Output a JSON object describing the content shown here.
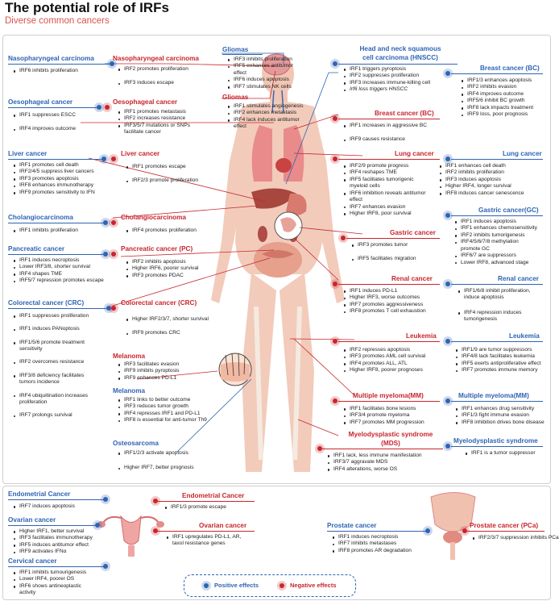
{
  "title": "The potential role of IRFs",
  "subtitle": "Diverse common cancers",
  "legend": {
    "positive": "Positive effects",
    "negative": "Negative effects"
  },
  "colors": {
    "positive": "#2f64b3",
    "negative": "#c8262d",
    "subtitle": "#d9534f"
  },
  "illustrations": [
    "human-body-organs",
    "skin-melanoma-inset",
    "stomach-inset",
    "uterus-ovaries",
    "prostate-bladder"
  ],
  "panels": {
    "naso_pos": {
      "title": "Nasopharyngeal carcinoma",
      "items": [
        "IRF6 inhibits proliferation"
      ]
    },
    "naso_neg": {
      "title": "Nasopharyngeal carcinoma",
      "items": [
        "IRF2 promotes proliferation",
        "IRF3 induces escape"
      ]
    },
    "glioma_pos": {
      "title": "Gliomas",
      "items": [
        "IRF3 inhibits proliferation",
        "IRF5 enhances antitumor",
        "effect",
        "IRF6 induces apoptosis",
        "IRF7 stimulates NK cells"
      ]
    },
    "glioma_neg": {
      "title": "Gliomas",
      "items": [
        "IRF1 stimulates angiogenesis",
        "IRF2 enhances metastasis",
        "IRF4 lack induces antitumor",
        "effect"
      ]
    },
    "hnscc_pos": {
      "title_lines": [
        "Head and neck squamous",
        "cell carcinoma (HNSCC)"
      ],
      "items": [
        "IRF1 triggers pyroptosis",
        "IRF2 suppresses proliferation",
        "IRF3 increases immune-killing cell",
        "Irf6 loss triggers HNSCC"
      ]
    },
    "oeso_pos": {
      "title": "Oesophageal cancer",
      "items": [
        "IRF1 suppresses ESCC",
        "IRF4 improves outcome"
      ]
    },
    "oeso_neg": {
      "title": "Oesophageal cancer",
      "items": [
        "IRF1 promotes metastasis",
        "IRF2 increases resistance",
        "IRF3/5/7 mutations or SNPs",
        "facilitate cancer"
      ]
    },
    "breast_pos": {
      "title": "Breast cancer (BC)",
      "items": [
        "IRF1/3 enhances apoptosis",
        "IRF2 inhibits evasion",
        "IRF4 improves outcome",
        "IRF5/6 inhibit BC growth",
        "IRF8 lack impacts treatment",
        "IRF9 loss, poor prognosis"
      ]
    },
    "breast_neg": {
      "title": "Breast cancer (BC)",
      "items": [
        "IRF1 increases in aggressive BC",
        "IRF9 causes resistance"
      ]
    },
    "liver_pos": {
      "title": "Liver cancer",
      "items": [
        "IRF1 promotes cell death",
        "IRF2/4/5 suppress liver cancers",
        "IRF3 promotes apoptosis",
        "IRF8 enhances immunotherapy",
        "IRF9 promotes sensitivity to IFN"
      ]
    },
    "liver_neg": {
      "title": "Liver cancer",
      "items": [
        "IRF1 promotes escape",
        "IRF2/3 promote proliferation"
      ]
    },
    "lung_neg": {
      "title": "Lung cancer",
      "items": [
        "IRF2/9 promote progress",
        "IRF4 reshapes TME",
        "IRF5 facilitates tumorigenic",
        "myeloid cells",
        "IRF6 inhibition reveals antitumor",
        "effect",
        "IRF7 enhances evasion",
        "Higher IRF8,  poor survival"
      ]
    },
    "lung_pos": {
      "title": "Lung cancer",
      "items": [
        "IRF1 enhances cell death",
        "IRF2 inhibits proliferation",
        "IRF3 induces apoptosis",
        "Higher IRF4, longer survival",
        "IRF8 induces cancer senescence"
      ]
    },
    "chol_pos": {
      "title": "Cholangiocarcinoma",
      "items": [
        "IRF1 inhibits proliferation"
      ]
    },
    "chol_neg": {
      "title": "Cholangiocarcinoma",
      "items": [
        "IRF4 promotes proliferation"
      ]
    },
    "gastric_pos": {
      "title": "Gastric cancer(GC)",
      "items": [
        "IRF1 induces apoptosis",
        "IRF1 enhances chemosensitivity",
        "IRF2 inhibits tumorigenesis",
        "IRF4/5/6/7/8 methylation",
        "promote GC",
        "IRF6/7 are suppressors",
        "Lower IRF8, advanced stage"
      ]
    },
    "gastric_neg": {
      "title": "Gastric cancer",
      "items": [
        "IRF3 promotes tumor",
        "IRF5 facilitates migration"
      ]
    },
    "panc_pos": {
      "title": "Pancreatic cancer",
      "items": [
        "IRF1 induces necroptosis",
        "Lower IRF3/8, shorter survival",
        "IRF4 shapes TME",
        "IRF5/7 repression promotes escape"
      ]
    },
    "panc_neg": {
      "title": "Pancreatic cancer (PC)",
      "items": [
        "IRF2 inhibits apoptosis",
        "Higher IRF6, poorer survival",
        "IRF3 promotes PDAC"
      ]
    },
    "renal_neg": {
      "title": "Renal cancer",
      "items": [
        "IRF1 induces PD-L1",
        "Higher IRF3, worse outcomes",
        "IRF7 promotes aggressiveness",
        "IRF8 promotes T cell exhaustion"
      ]
    },
    "renal_pos": {
      "title": "Renal cancer",
      "items": [
        "IRF1/6/8 inhibit proliferation,",
        "induce apoptosis",
        "IRF4 repression induces",
        "tumorigenesis"
      ]
    },
    "crc_pos": {
      "title": "Colorectal cancer (CRC)",
      "items": [
        "IRF1 suppresses proliferation",
        "IRF1 induces PANoptosis",
        "IRF1/5/6 promote treatment",
        "sensitivity",
        "IRF2 overcomes resistance",
        "IRF3/8 deficiency facilitates",
        "tumors incidence",
        "IRF4 ubiquitination increases",
        "proliferation",
        "IRF7 prolongs survival"
      ]
    },
    "crc_neg": {
      "title": "Colorectal cancer (CRC)",
      "items": [
        "Higher IRF2/3/7, shorter survival",
        "IRF9 promotes CRC"
      ]
    },
    "mel_neg": {
      "title": "Melanoma",
      "items": [
        "IRF3 facilitates evasion",
        "IRF9 inhibits pyroptosis",
        "IRF9 enhances PD-L1"
      ]
    },
    "mel_pos": {
      "title": "Melanoma",
      "items": [
        "IRF1 links to better outcome",
        "IRF3 reduces tumor growth",
        "IRF4 represses IRF1 and  PD-L1",
        "IRF8 is essential for anti-tumor Th9"
      ]
    },
    "leuk_neg": {
      "title": "Leukemia",
      "items": [
        "IRF2 represses apoptosis",
        "IRF3 promotes AML cell survival",
        "IRF4 promotes ALL, ATL",
        "Higher IRF8, poorer prognoses"
      ]
    },
    "leuk_pos": {
      "title": "Leukemia",
      "items": [
        "IRF1/9 are tumor suppressors",
        "IRF4/8 lack facilitates leukemia",
        "IRF5 exerts antiproliferative effect",
        "IRF7 promotes immune memory"
      ]
    },
    "mm_neg": {
      "title": "Multiple myeloma(MM)",
      "items": [
        "IRF1 facilitates bone lesions",
        "IRF3/4 promote myeloma",
        "IRF7 promotes MM progression"
      ]
    },
    "mm_pos": {
      "title": "Multiple myeloma(MM)",
      "items": [
        "IRF1 enhances drug sensitivity",
        "IRF1/3 fight immune evasion",
        "IRF8 inhibition drives bone disease"
      ]
    },
    "osteo_pos": {
      "title": "Osteosarcoma",
      "items": [
        "IRF1/2/3 activate apoptosis",
        "Higher IRF7, better prognosis"
      ]
    },
    "mds_neg": {
      "title_lines": [
        "Myelodysplastic syndrome",
        "(MDS)"
      ],
      "items": [
        "IRF1 lack, less immune manifestation",
        "IRF3/7 aggravate MDS",
        "IRF4 alterations, worse OS"
      ]
    },
    "mds_pos": {
      "title": "Myelodysplastic syndrome",
      "items": [
        "IRF1 is a tumor suppressor"
      ]
    },
    "endo_pos": {
      "title": "Endometrial Cancer",
      "items": [
        "IRF7 induces apoptosis"
      ]
    },
    "endo_neg": {
      "title": "Endometrial Cancer",
      "items": [
        "IRF1/3 promote escape"
      ]
    },
    "ovar_pos": {
      "title": "Ovarian cancer",
      "items": [
        "Higher IRF1, better survival",
        "IRF3 facilitates immunotherapy",
        "IRF5 induces antitumor effect",
        "IRF9 activates IFNα"
      ]
    },
    "ovar_neg": {
      "title": "Ovarian cancer",
      "items": [
        "IRF1 upregulates PD-L1, AR,",
        "taxol resistance genes"
      ]
    },
    "cerv_pos": {
      "title": "Cervical cancer",
      "items": [
        "IRF1 inhibits tumourigenesis",
        "Lower IRF4, poorer OS",
        "IRF6 shows antineoplastic",
        "activity"
      ]
    },
    "pros_pos": {
      "title": "Prostate cancer",
      "items": [
        "IRF1 induces necroptosis",
        "IRF7 inhibits metastases",
        "IRF8 promotes AR degradation"
      ]
    },
    "pros_neg": {
      "title": "Prostate cancer (PCa)",
      "items": [
        "IRF2/3/7 suppression inhibits PCa"
      ]
    }
  }
}
